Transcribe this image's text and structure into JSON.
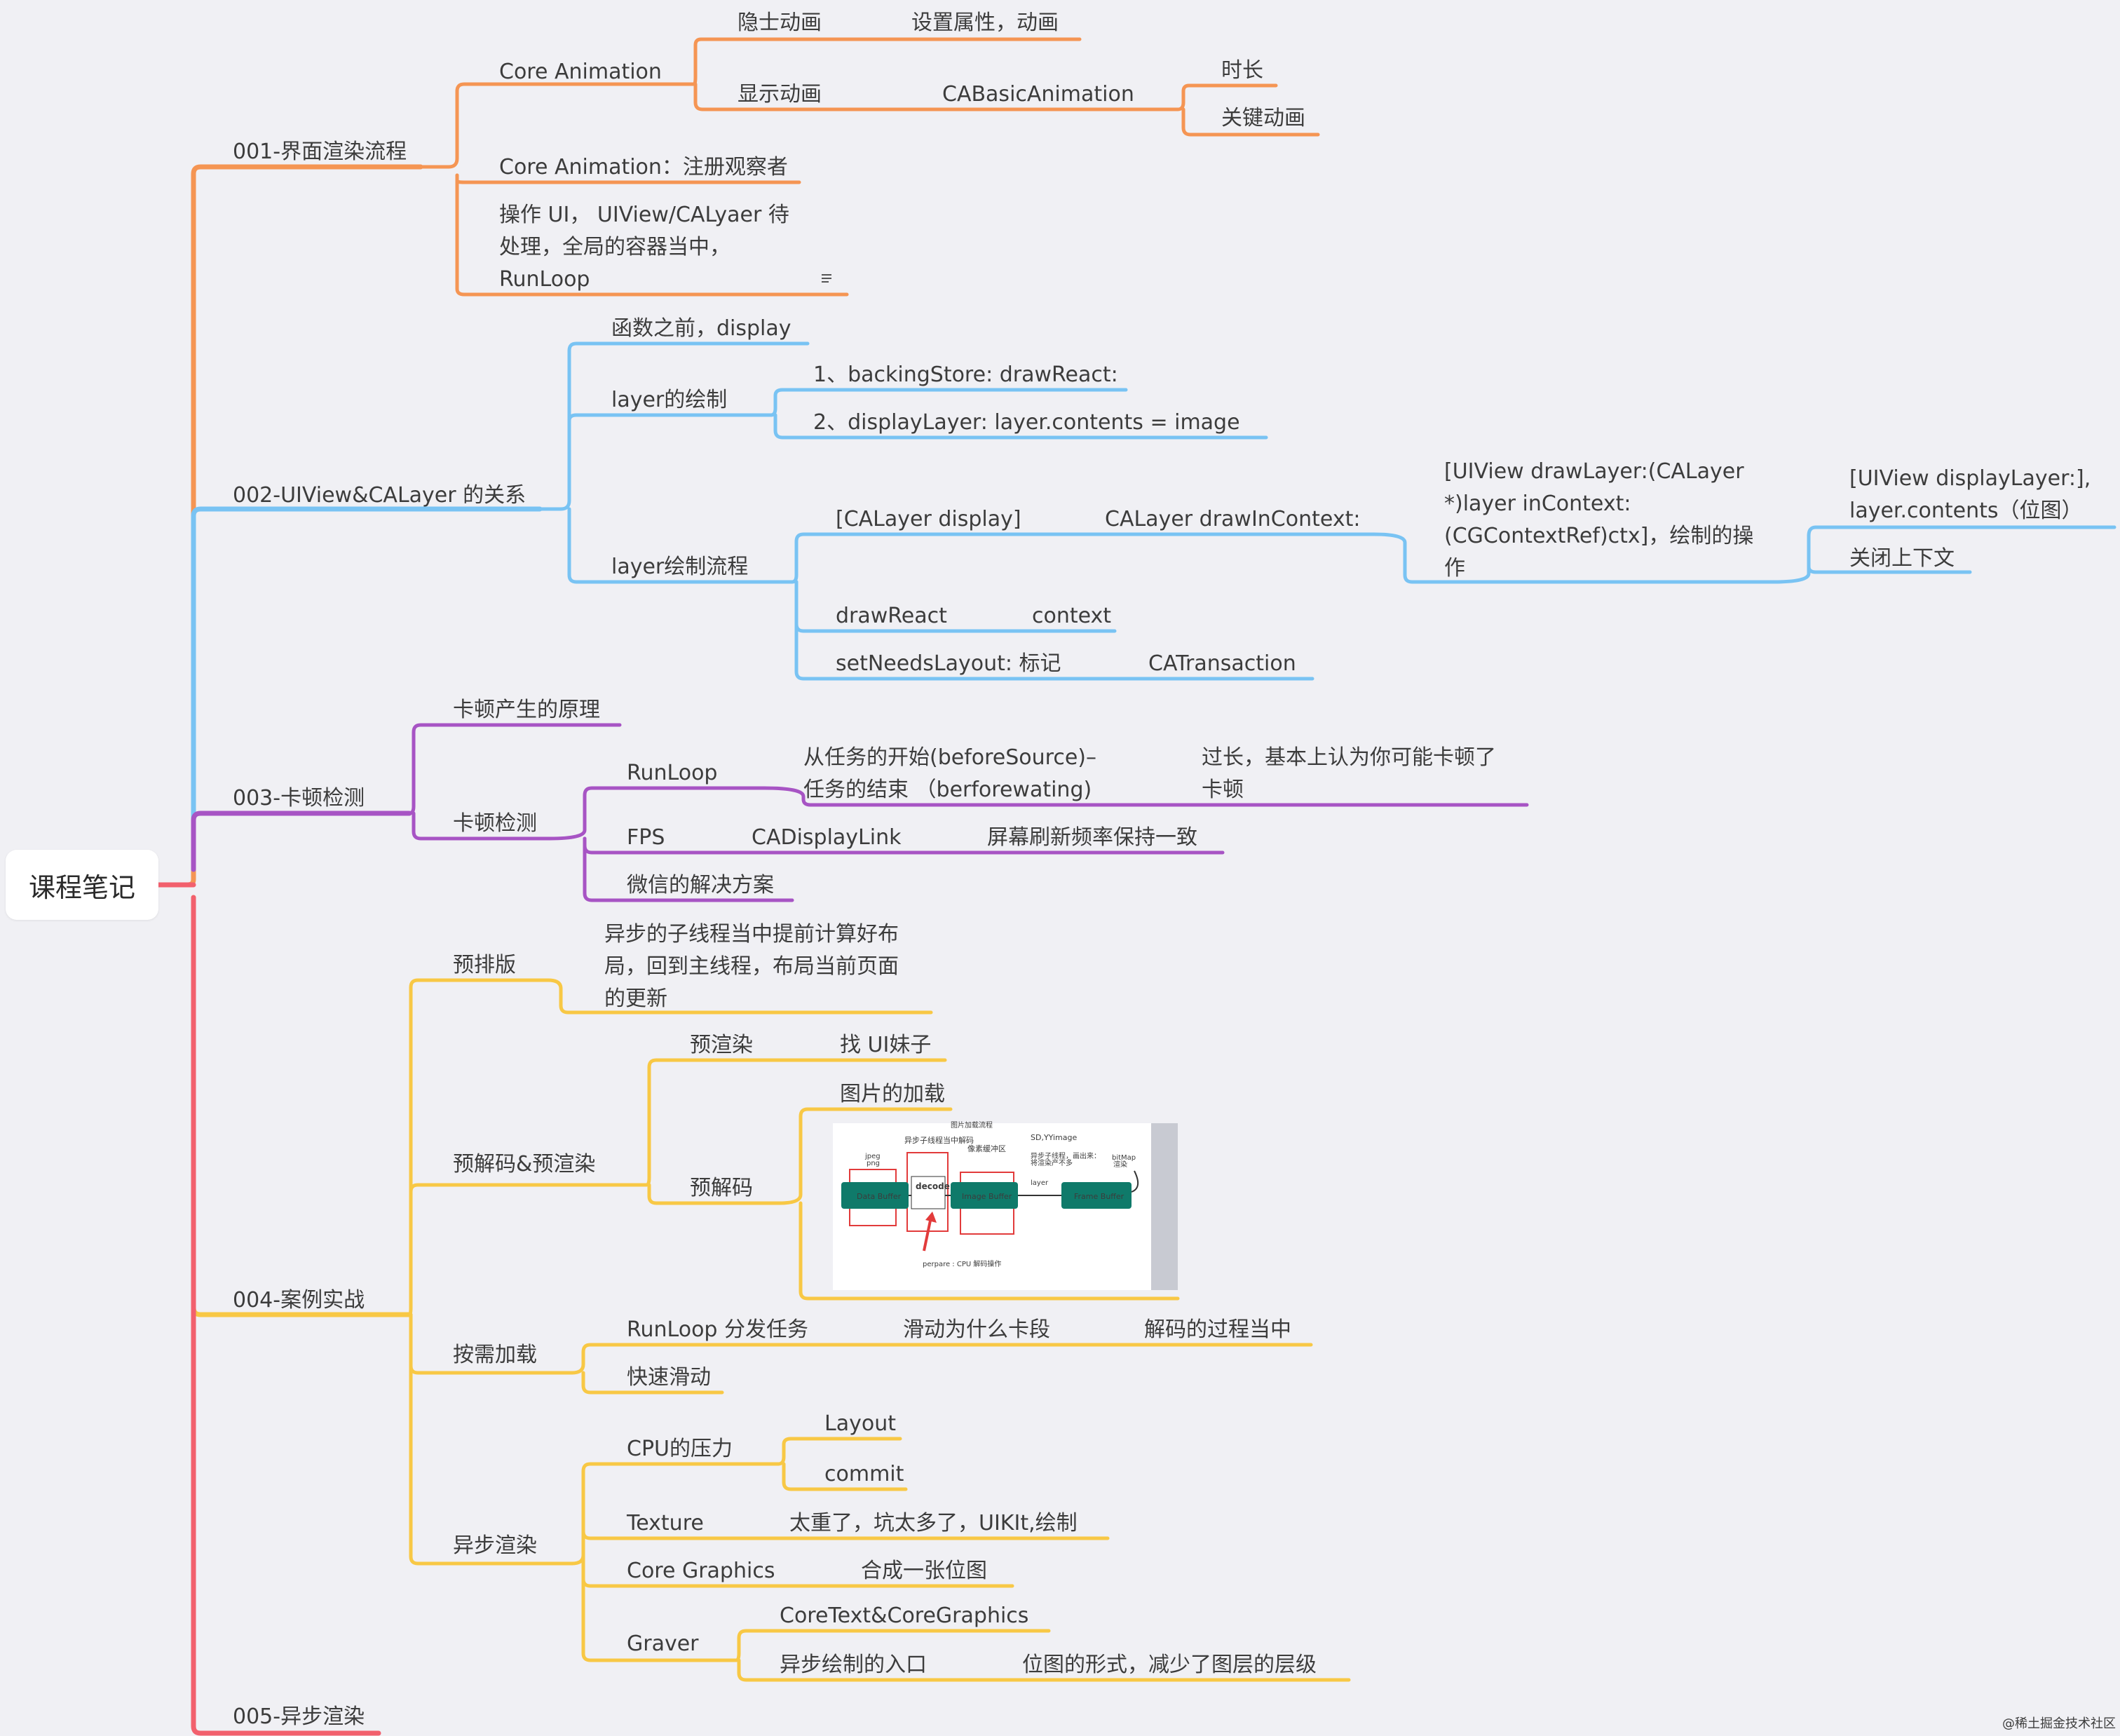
{
  "root": {
    "label": "课程笔记"
  },
  "colors": {
    "root": "#f2606d",
    "orange": "#f59553",
    "blue": "#79c3f3",
    "purple": "#a754c4",
    "yellow": "#f8c845",
    "thumb_teal": "#0f7a6a",
    "thumb_red": "#e23b3b"
  },
  "branches": {
    "b001": {
      "label": "001-界面渲染流程",
      "core_animation": "Core Animation",
      "implicit_anim": "隐士动画",
      "implicit_desc": "设置属性，动画",
      "explicit_anim": "显示动画",
      "basic_anim": "CABasicAnimation",
      "duration": "时长",
      "keyframe": "关键动画",
      "observer": "Core Animation：注册观察者",
      "op_line1": "操作 UI， UIView/CALyaer 待",
      "op_line2": "处理，全局的容器当中，",
      "op_line3": "RunLoop",
      "note_icon": "note-icon"
    },
    "b002": {
      "label": "002-UIView&CALayer 的关系",
      "before_display": "函数之前，display",
      "layer_draw": "layer的绘制",
      "backing_store": "1、backingStore: drawReact:",
      "display_layer": "2、displayLayer: layer.contents = image",
      "layer_flow": "layer绘制流程",
      "calayer_display": "[CALayer display]",
      "draw_in_context": "CALayer drawInContext:",
      "uiview_line1": "[UIView drawLayer:(CALayer",
      "uiview_line2": "*)layer inContext:",
      "uiview_line3": "(CGContextRef)ctx]，绘制的操",
      "uiview_line4": "作",
      "display_layer2_line1": "[UIView displayLayer:],",
      "display_layer2_line2": "layer.contents（位图）",
      "close_context": "关闭上下文",
      "draw_react": "drawReact",
      "context": "context",
      "set_needs_layout": "setNeedsLayout: 标记",
      "ca_transaction": "CATransaction"
    },
    "b003": {
      "label": "003-卡顿检测",
      "principle": "卡顿产生的原理",
      "detect": "卡顿检测",
      "runloop": "RunLoop",
      "runloop_desc_line1": "从任务的开始(beforeSource)–",
      "runloop_desc_line2": "任务的结束 （berforewating)",
      "too_long_line1": "过长，基本上认为你可能卡顿了",
      "too_long_line2": "卡顿",
      "fps": "FPS",
      "display_link": "CADisplayLink",
      "refresh": "屏幕刷新频率保持一致",
      "wechat": "微信的解决方案"
    },
    "b004": {
      "label": "004-案例实战",
      "pre_layout": "预排版",
      "pre_layout_line1": "异步的子线程当中提前计算好布",
      "pre_layout_line2": "局，回到主线程，布局当前页面",
      "pre_layout_line3": "的更新",
      "predecode_prerender": "预解码&预渲染",
      "prerender": "预渲染",
      "find_ui": "找 UI妹子",
      "predecode": "预解码",
      "image_loading": "图片的加载",
      "on_demand": "按需加载",
      "runloop_dispatch": "RunLoop 分发任务",
      "why_lag": "滑动为什么卡段",
      "decoding": "解码的过程当中",
      "fast_scroll": "快速滑动",
      "async_render": "异步渲染",
      "cpu_pressure": "CPU的压力",
      "layout": "Layout",
      "commit": "commit",
      "texture": "Texture",
      "texture_desc": "太重了，坑太多了，UIKIt,绘制",
      "core_graphics": "Core Graphics",
      "compose_bitmap": "合成一张位图",
      "graver": "Graver",
      "coretext": "CoreText&CoreGraphics",
      "async_entry": "异步绘制的入口",
      "bitmap_form": "位图的形式，减少了图层的层级"
    },
    "b005": {
      "label": "005-异步渲染"
    }
  },
  "thumbnail": {
    "title": "图片加载流程",
    "sd_label": "SD,YYimage",
    "async_decode": "异步子线程当中解码",
    "pixel_buffer": "像素缓冲区",
    "jpeg_png_1": "jpeg",
    "jpeg_png_2": "png",
    "async_thread_1": "异步子线程，画出来：",
    "async_thread_2": "将渲染产不多",
    "bitmap": "bitMap",
    "render": "渲染",
    "layer": "layer",
    "data_buffer": "Data Buffer",
    "decode": "decode",
    "image_buffer": "Image Buffer",
    "frame_buffer": "Frame Buffer",
    "prepare": "perpare : CPU 解码操作"
  },
  "watermark": "@稀土掘金技术社区"
}
